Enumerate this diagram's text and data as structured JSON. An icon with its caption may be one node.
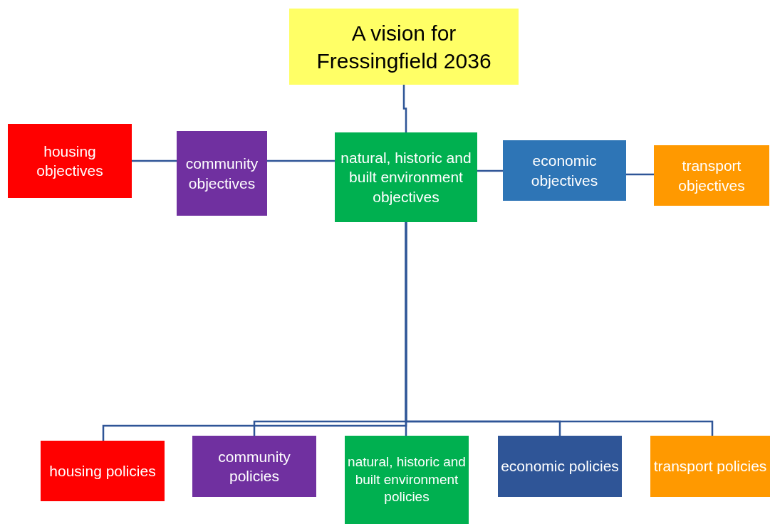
{
  "diagram": {
    "nodes": [
      {
        "text": [
          "A vision for Fressingfield 2036"
        ]
      },
      {
        "text": [
          "housing objectives"
        ]
      },
      {
        "text": [
          "community objectives"
        ]
      },
      {
        "text": [
          "natural, historic and built environment objectives"
        ]
      },
      {
        "text": [
          "economic objectives"
        ]
      },
      {
        "text": [
          "transport objectives"
        ]
      },
      {
        "text": [
          "housing policies"
        ]
      },
      {
        "text": [
          "community policies"
        ]
      },
      {
        "text": [
          "natural, historic and built environment policies"
        ]
      },
      {
        "text": [
          "economic policies"
        ]
      },
      {
        "text": [
          "transport policies"
        ]
      }
    ],
    "edges": [
      {
        "from": 0,
        "to": 3,
        "arrow": "none"
      },
      {
        "from": 1,
        "to": 2,
        "arrow": "none"
      },
      {
        "from": 2,
        "to": 3,
        "arrow": "none"
      },
      {
        "from": 3,
        "to": 4,
        "arrow": "none"
      },
      {
        "from": 4,
        "to": 5,
        "arrow": "none"
      },
      {
        "from": 3,
        "to": 6,
        "arrow": "none"
      },
      {
        "from": 3,
        "to": 7,
        "arrow": "none"
      },
      {
        "from": 3,
        "to": 8,
        "arrow": "none"
      },
      {
        "from": 3,
        "to": 9,
        "arrow": "none"
      },
      {
        "from": 3,
        "to": 10,
        "arrow": "none"
      }
    ]
  }
}
